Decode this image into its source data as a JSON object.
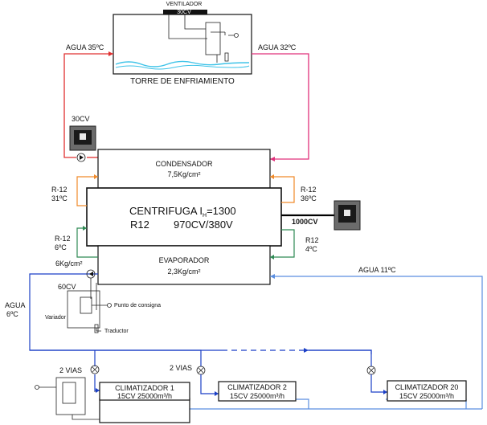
{
  "tower": {
    "fan_label": "VENTILADOR",
    "fan_power": "30CV",
    "title": "TORRE DE ENFRIAMIENTO"
  },
  "water": {
    "hot": "AGUA 35ºC",
    "cold": "AGUA 32ºC",
    "chilled_return": "AGUA 11ºC",
    "chilled_supply_a": "AGUA",
    "chilled_supply_b": "6ºC"
  },
  "pumps": {
    "condenser_pump": "30CV",
    "evaporator_pump": "60CV"
  },
  "condenser": {
    "title": "CONDENSADOR",
    "pressure": "7,5Kg/cm²"
  },
  "compressor": {
    "line1": "CENTRIFUGA I",
    "line1_sub": "H",
    "line1_tail": "=1300",
    "line2_a": "R12",
    "line2_b": "970CV/380V",
    "motor_power": "1000CV"
  },
  "evaporator": {
    "title": "EVAPORADOR",
    "pressure": "2,3Kg/cm²",
    "outlet_pressure": "6Kg/cm²"
  },
  "refrigerant": {
    "left_top_a": "R-12",
    "left_top_b": "31ºC",
    "right_top_a": "R-12",
    "right_top_b": "36ºC",
    "left_bottom_a": "R-12",
    "left_bottom_b": "6ºC",
    "right_bottom_a": "R12",
    "right_bottom_b": "4ºC"
  },
  "controls": {
    "variator": "Variador",
    "setpoint": "Punto de consigna",
    "transducer": "Traductor",
    "valve1": "2 VIAS",
    "valve2": "2 VIAS"
  },
  "units": [
    {
      "name": "CLIMATIZADOR 1",
      "spec": "15CV 25000m³/h"
    },
    {
      "name": "CLIMATIZADOR 2",
      "spec": "15CV 25000m³/h"
    },
    {
      "name": "CLIMATIZADOR 20",
      "spec": "15CV 25000m³/h"
    }
  ],
  "colors": {
    "hot_water": "#e03030",
    "cold_water": "#e0307a",
    "refrigerant_hot": "#f08a2a",
    "refrigerant_cold": "#2f8a55",
    "chilled_supply": "#1b3fc6",
    "chilled_return": "#5a8ee0"
  }
}
